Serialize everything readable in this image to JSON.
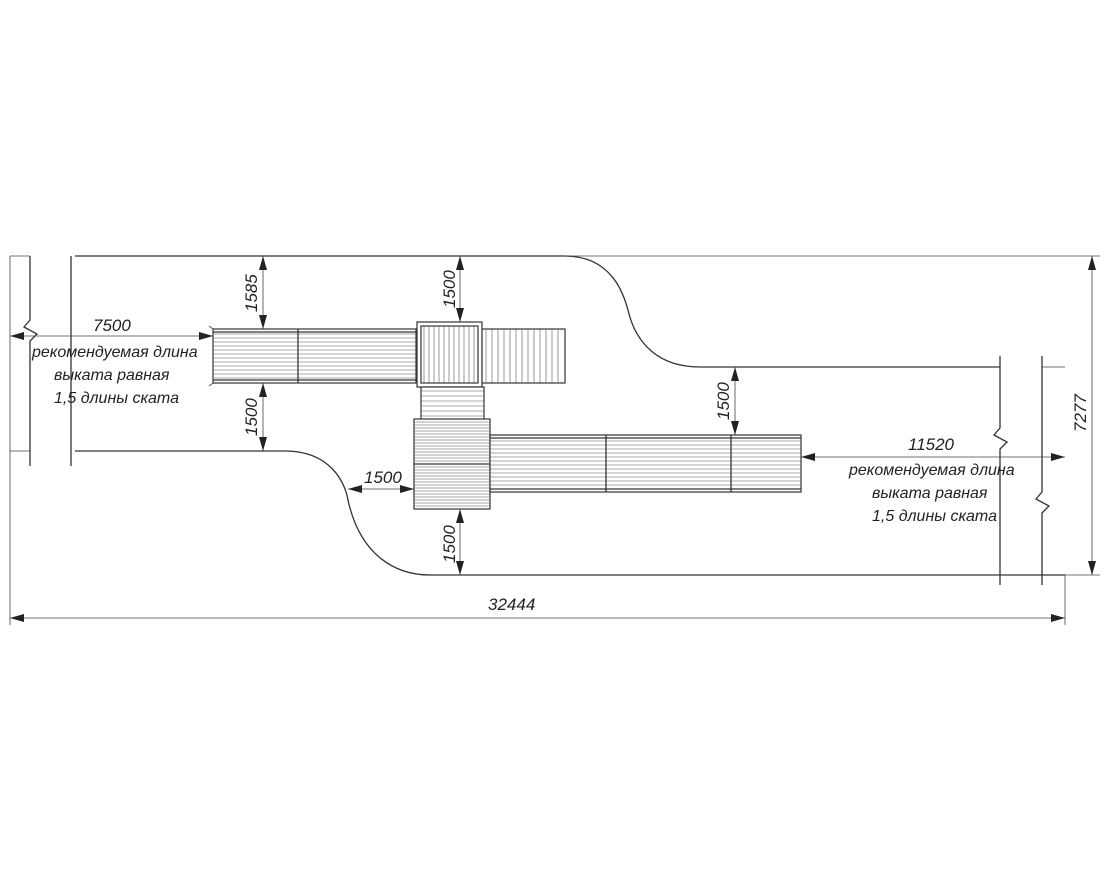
{
  "dimensions": {
    "overall_width": "32444",
    "overall_height": "7277",
    "upper_top_clearance": "1585",
    "tower_top_clearance": "1500",
    "upper_bottom_clearance": "1500",
    "lower_top_clearance": "1500",
    "lower_left_clearance": "1500",
    "lower_bottom_clearance": "1500",
    "left_runout": "7500",
    "right_runout": "11520"
  },
  "notes": {
    "left": [
      "рекомендуемая длина",
      "выката равная",
      "1,5 длины ската"
    ],
    "right": [
      "рекомендуемая длина",
      "выката равная",
      "1,5 длины ската"
    ]
  }
}
